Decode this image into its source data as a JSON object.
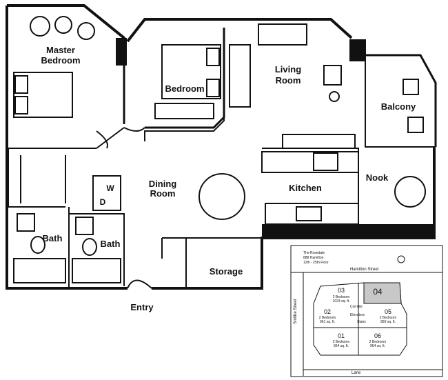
{
  "rooms": {
    "master_bedroom": [
      "Master",
      "Bedroom"
    ],
    "bedroom": "Bedroom",
    "living_room": [
      "Living",
      "Room"
    ],
    "balcony": "Balcony",
    "dining_room": [
      "Dining",
      "Room"
    ],
    "kitchen": "Kitchen",
    "nook": "Nook",
    "bath_left": "Bath",
    "bath_right": "Bath",
    "storage": "Storage",
    "entry": "Entry",
    "washer": "W",
    "dryer": "D"
  },
  "keyplan": {
    "building": "The Rosedale",
    "address": "888 Hamilton",
    "floors": "12th - 25th Floor",
    "street_top": "Hamilton Street",
    "street_side": "Smithe Street",
    "lane": "Lane",
    "corridor": "Corridor",
    "elevators": "Elevators",
    "stairs": "Stairs",
    "units": [
      {
        "num": "03",
        "desc": "2 Bedroom",
        "area": "1024 sq. ft."
      },
      {
        "num": "04",
        "desc": "",
        "area": ""
      },
      {
        "num": "02",
        "desc": "2 Bedroom",
        "area": "961 sq. ft."
      },
      {
        "num": "05",
        "desc": "2 Bedroom",
        "area": "960 sq. ft."
      },
      {
        "num": "01",
        "desc": "2 Bedroom",
        "area": "964 sq. ft."
      },
      {
        "num": "06",
        "desc": "2 Bedroom",
        "area": "964 sq. ft."
      }
    ],
    "highlight_color": "#c8c8c8"
  }
}
